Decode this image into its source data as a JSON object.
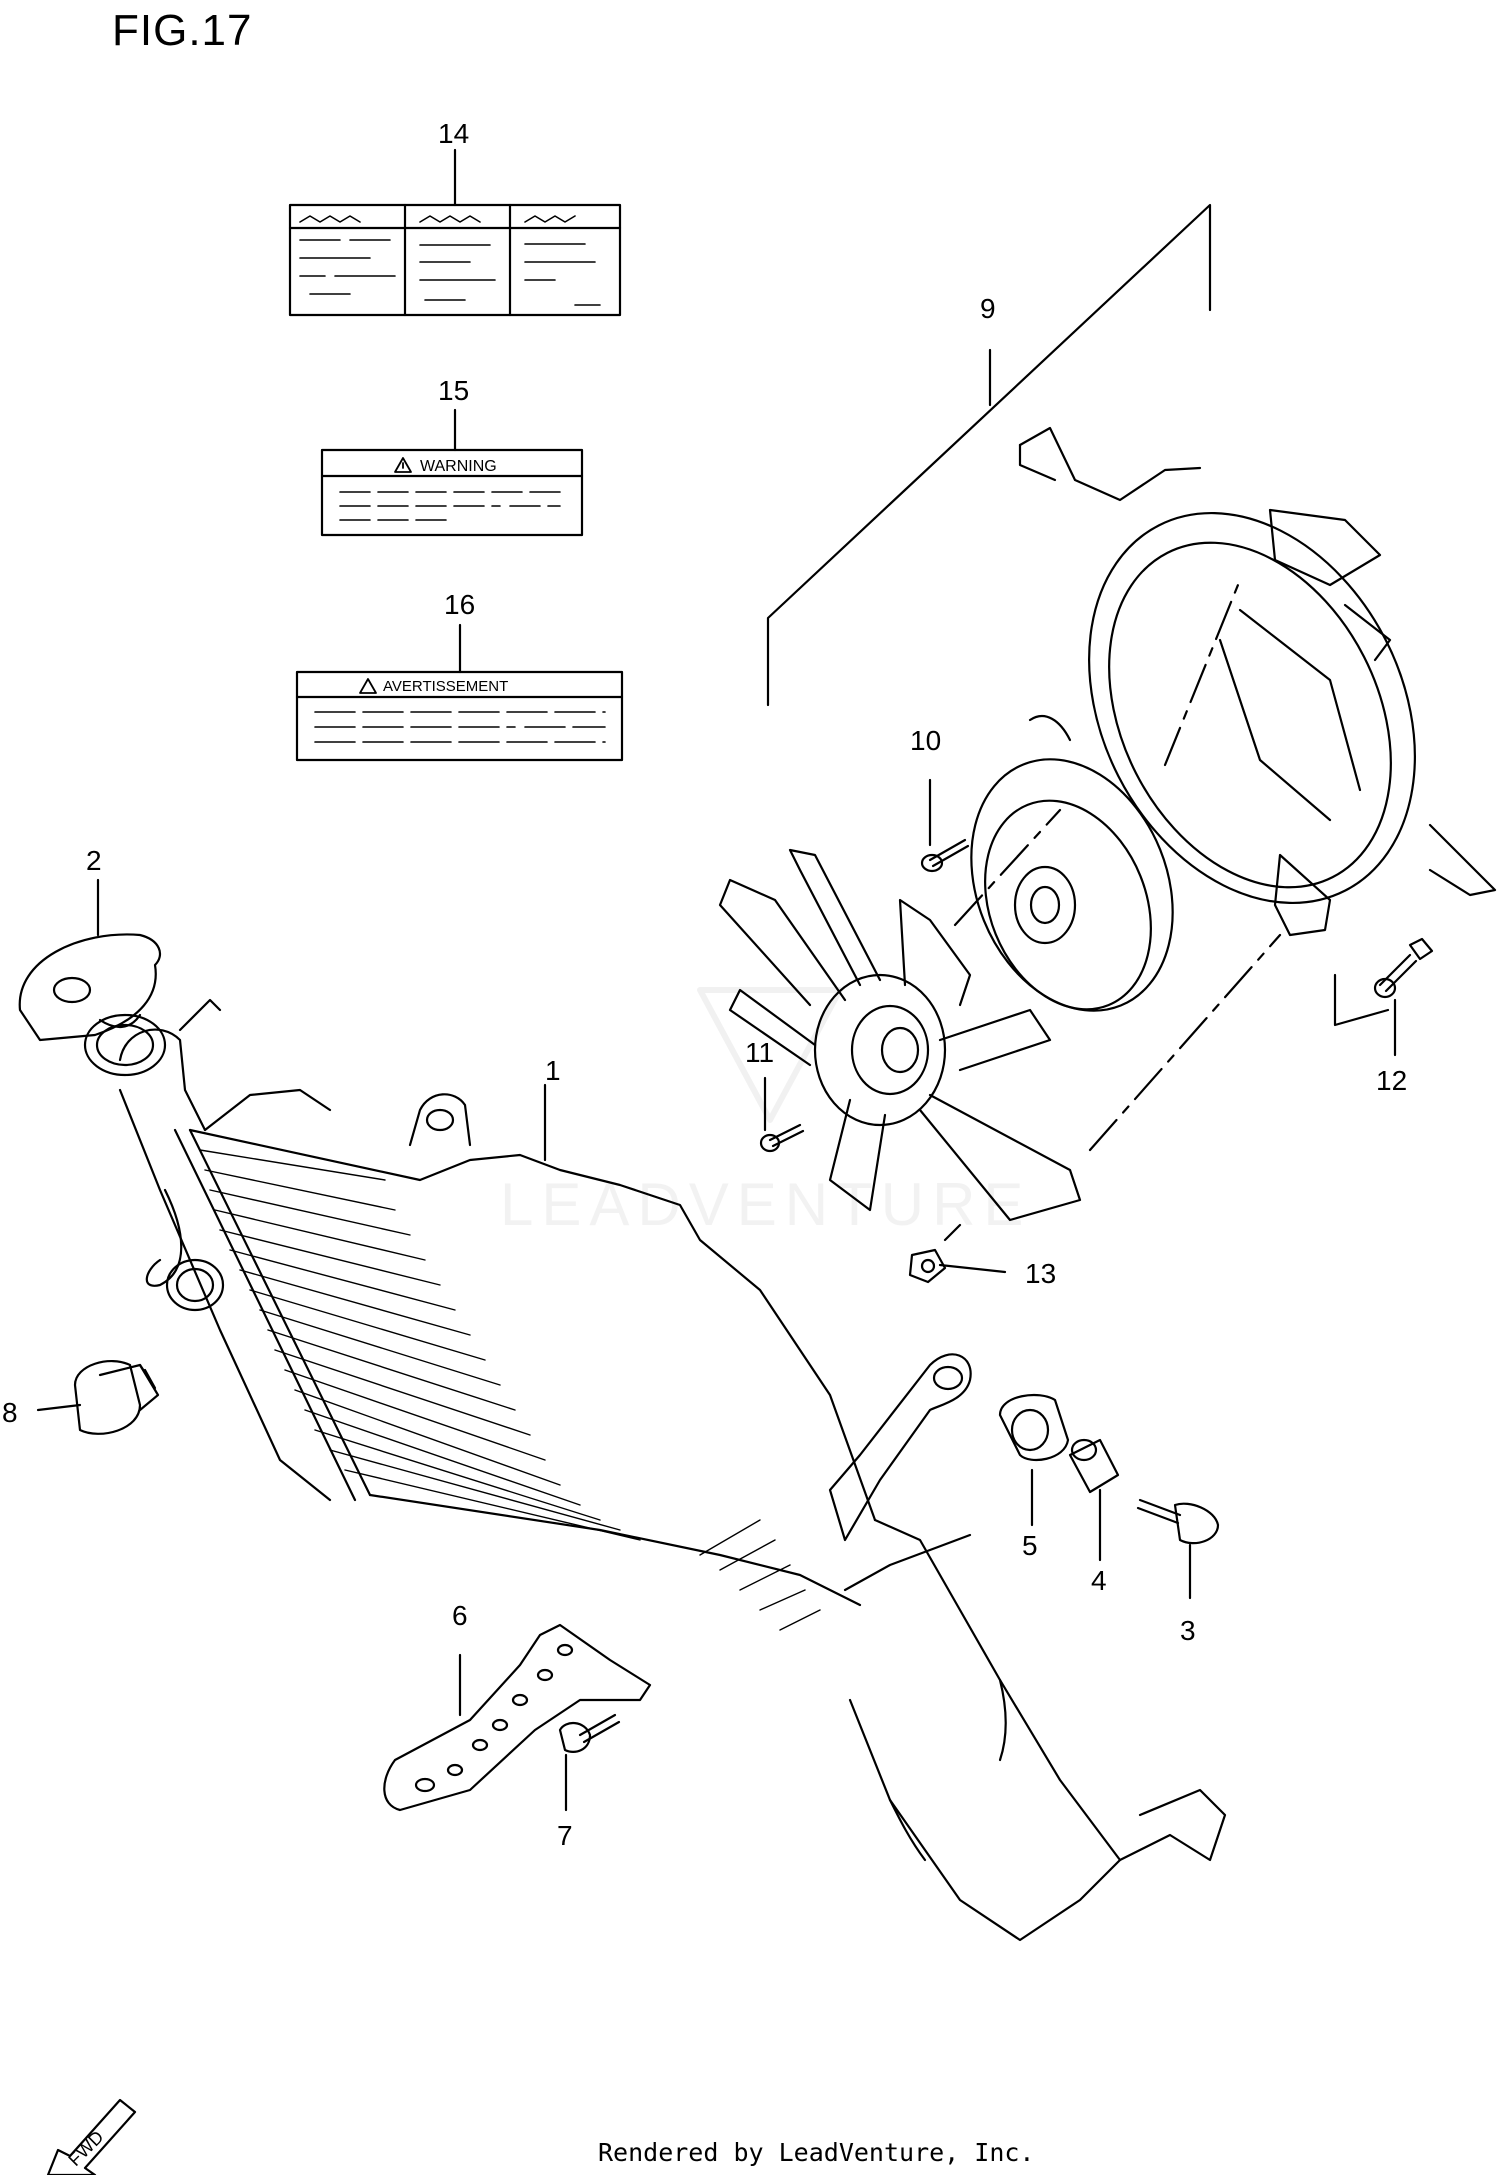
{
  "figure": {
    "title": "FIG.17"
  },
  "callouts": [
    "1",
    "2",
    "3",
    "4",
    "5",
    "6",
    "7",
    "8",
    "9",
    "10",
    "11",
    "12",
    "13",
    "14",
    "15",
    "16"
  ],
  "labels": {
    "warning_text": "WARNING",
    "avertissement_text": "AVERTISSEMENT",
    "fwd_text": "FWD"
  },
  "watermark": "LEADVENTURE",
  "footer": {
    "rendered_by": "Rendered by LeadVenture, Inc."
  }
}
